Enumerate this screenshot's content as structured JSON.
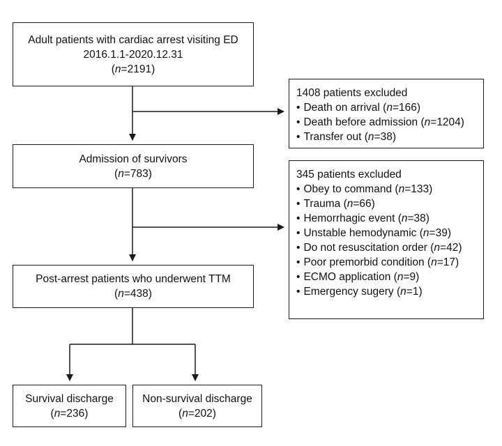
{
  "boxes": {
    "cohort": {
      "line1": "Adult patients with cardiac arrest visiting ED",
      "line2": "2016.1.1-2020.12.31",
      "n": "2191"
    },
    "admission": {
      "line1": "Admission of survivors",
      "n": "783"
    },
    "ttm": {
      "line1": "Post-arrest patients who underwent TTM",
      "n": "438"
    },
    "survival": {
      "line1": "Survival discharge",
      "n": "236"
    },
    "non_survival": {
      "line1": "Non-survival discharge",
      "n": "202"
    }
  },
  "exclusion1": {
    "title": "1408 patients excluded",
    "items": [
      {
        "label": "Death on arrival",
        "n": "166"
      },
      {
        "label": "Death before admission",
        "n": "1204"
      },
      {
        "label": "Transfer out",
        "n": "38"
      }
    ]
  },
  "exclusion2": {
    "title": "345 patients excluded",
    "items": [
      {
        "label": "Obey to command",
        "n": "133"
      },
      {
        "label": "Trauma",
        "n": "66"
      },
      {
        "label": "Hemorrhagic event",
        "n": "38"
      },
      {
        "label": "Unstable hemodynamic",
        "n": "39"
      },
      {
        "label": "Do not resuscitation order",
        "n": "42"
      },
      {
        "label": "Poor premorbid condition",
        "n": "17"
      },
      {
        "label": "ECMO application",
        "n": "9"
      },
      {
        "label": "Emergency sugery",
        "n": "1"
      }
    ]
  }
}
